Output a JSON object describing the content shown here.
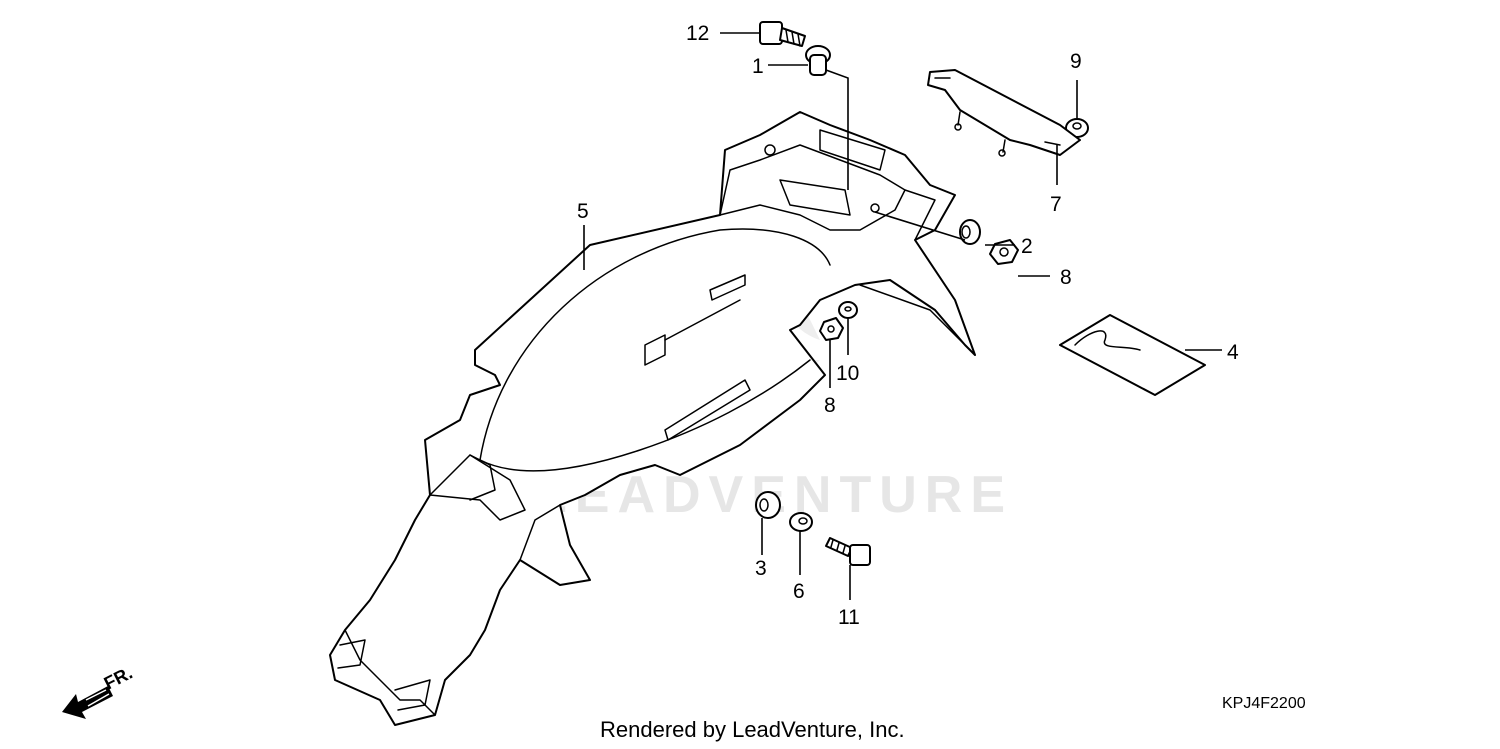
{
  "diagram": {
    "callouts": [
      "12",
      "1",
      "9",
      "7",
      "5",
      "2",
      "8",
      "4",
      "10",
      "8",
      "3",
      "6",
      "11"
    ],
    "watermark": "LEADVENTURE",
    "diagram_code": "KPJ4F2200",
    "direction_label": "FR.",
    "credit": "Rendered by LeadVenture, Inc.",
    "colors": {
      "line": "#000000",
      "background": "#ffffff",
      "watermark": "#e6e6e6"
    }
  }
}
